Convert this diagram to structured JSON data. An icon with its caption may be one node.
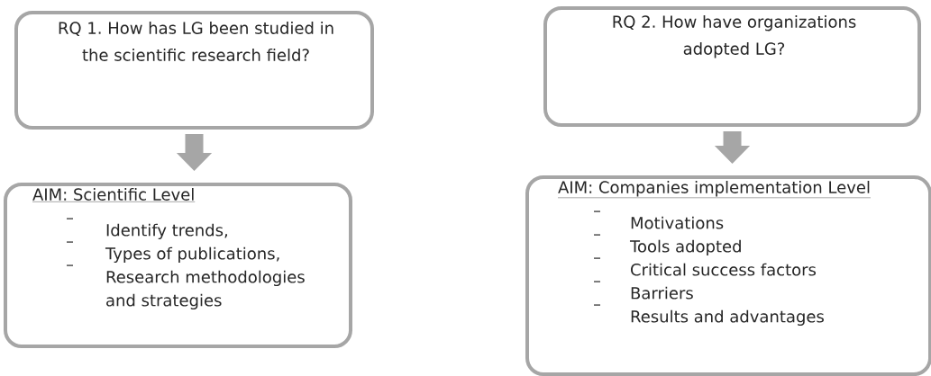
{
  "diagram": {
    "nodes": [
      {
        "text": [
          "RQ 1. How has LG been studied in the scientific research field?"
        ]
      },
      {
        "text": [
          "AIM: Scientific Level",
          "Identify trends,",
          "Types of publications,",
          "Research methodologies and strategies"
        ]
      },
      {
        "text": [
          "RQ 2. How have organizations adopted LG?"
        ]
      },
      {
        "text": [
          "AIM: Companies implementation Level",
          "Motivations",
          "Tools adopted",
          "Critical success factors",
          "Barriers",
          "Results and advantages"
        ]
      }
    ],
    "edges": [
      {
        "from": 0,
        "to": 1,
        "arrow": "to"
      },
      {
        "from": 2,
        "to": 3,
        "arrow": "to"
      }
    ]
  }
}
